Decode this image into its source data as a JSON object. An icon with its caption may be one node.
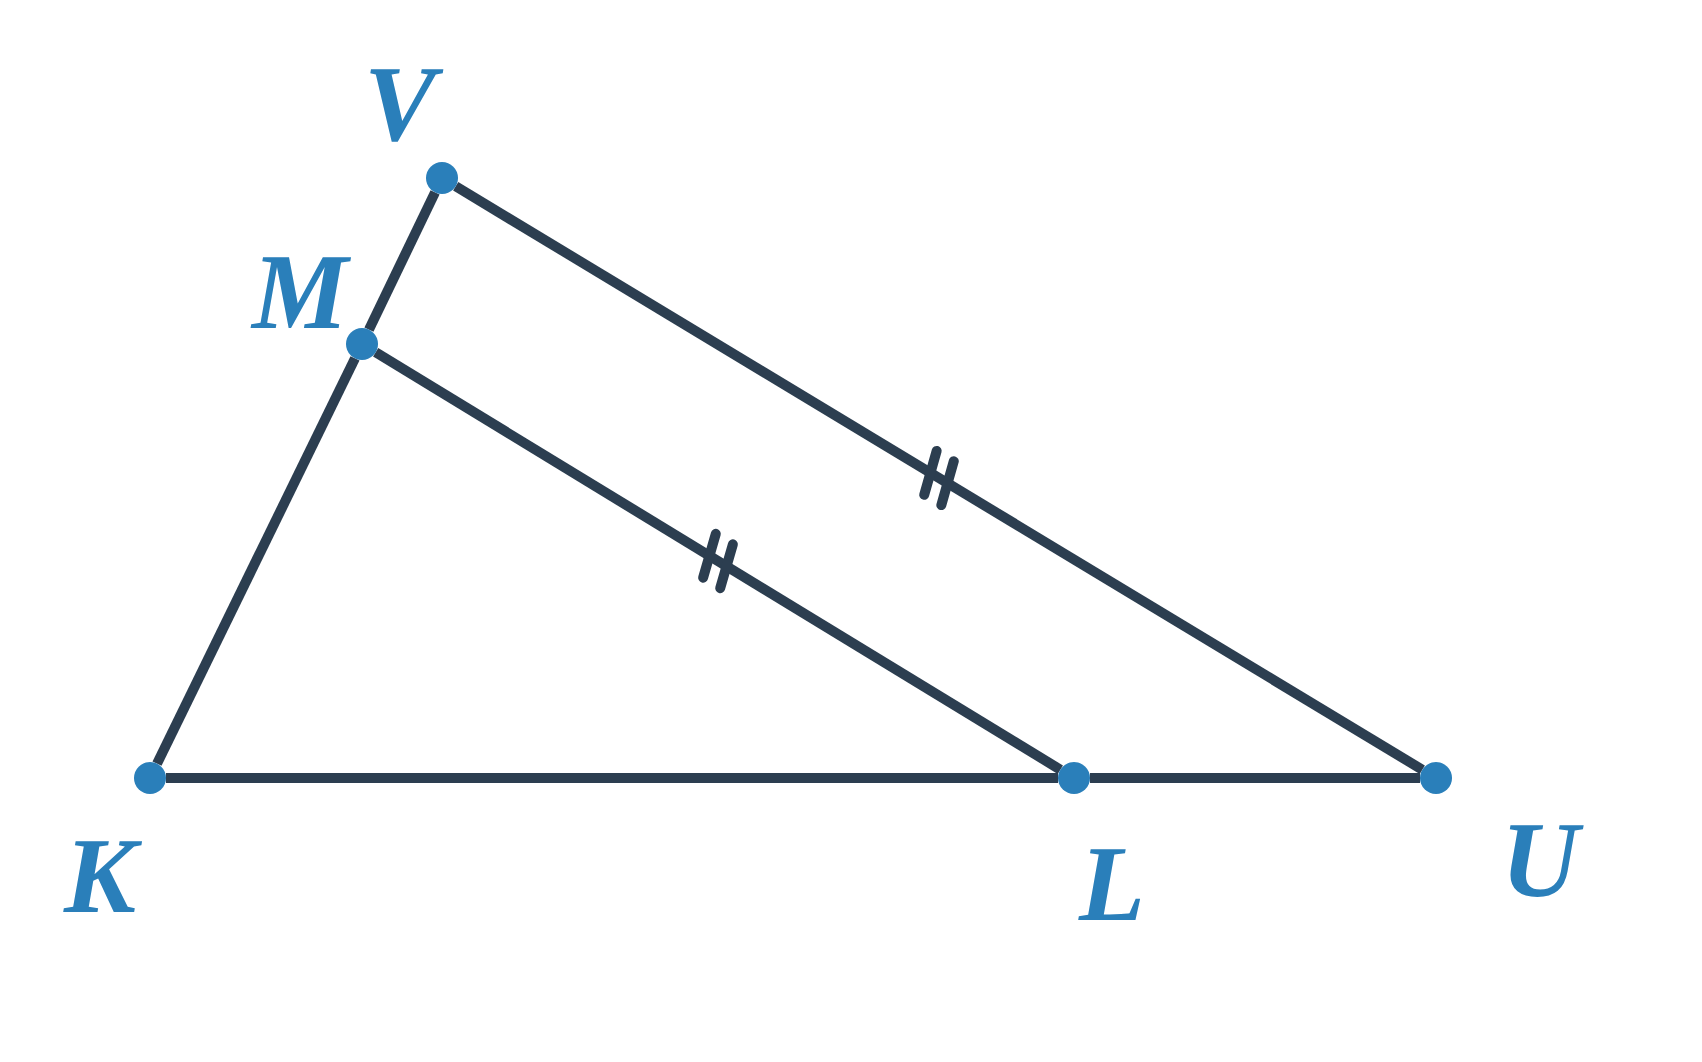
{
  "diagram": {
    "nodes": [
      {
        "text": [],
        "shape": "circle",
        "beside": [
          "V"
        ]
      },
      {
        "text": [],
        "shape": "circle",
        "beside": [
          "M"
        ]
      },
      {
        "text": [],
        "shape": "circle",
        "beside": [
          "K"
        ]
      },
      {
        "text": [],
        "shape": "circle",
        "beside": [
          "L"
        ]
      },
      {
        "text": [],
        "shape": "circle",
        "beside": [
          "U"
        ]
      }
    ],
    "edges": [
      {
        "from": 0,
        "to": 1,
        "arrow": "none"
      },
      {
        "from": 1,
        "to": 2,
        "arrow": "none"
      },
      {
        "from": 2,
        "to": 3,
        "arrow": "none"
      },
      {
        "from": 3,
        "to": 4,
        "arrow": "none"
      },
      {
        "from": 1,
        "to": 3,
        "arrow": "none"
      },
      {
        "from": 0,
        "to": 4,
        "arrow": "none"
      }
    ]
  }
}
